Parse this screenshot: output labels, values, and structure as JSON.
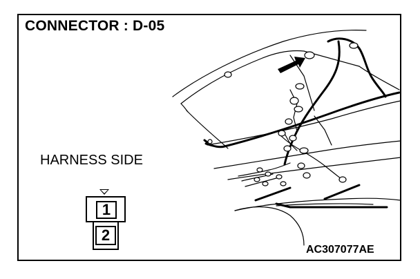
{
  "diagram": {
    "title": "CONNECTOR : D-05",
    "harness_label": "HARNESS SIDE",
    "figure_code": "AC307077AE",
    "pins": [
      "1",
      "2"
    ]
  }
}
